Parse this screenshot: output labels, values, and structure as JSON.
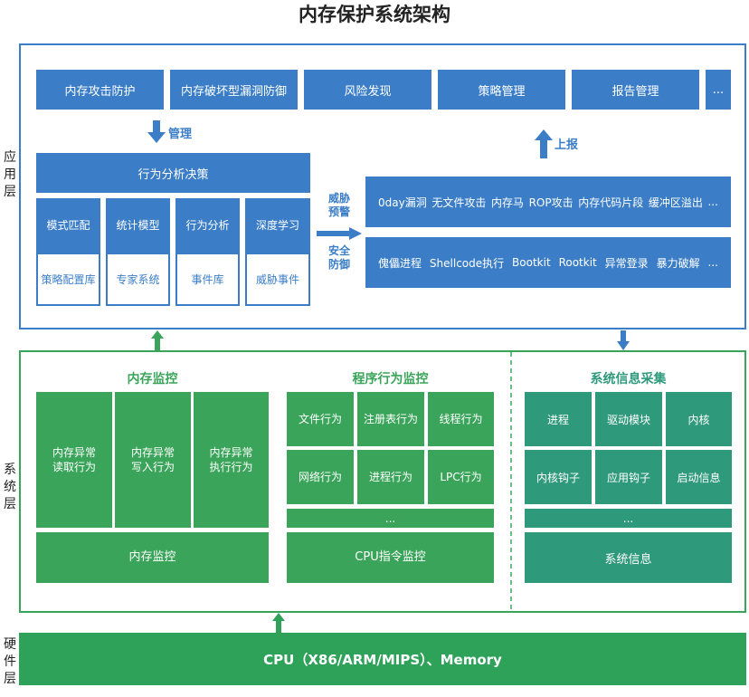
{
  "title": "内存保护系统架构",
  "layers": {
    "app": "应用层",
    "system": "系统层",
    "hardware": "硬件层"
  },
  "app": {
    "top_items": [
      "内存攻击防护",
      "内存破坏型漏洞防御",
      "风险发现",
      "策略管理",
      "报告管理",
      "..."
    ],
    "manage_label": "管理",
    "report_label": "上报",
    "decision_title": "行为分析决策",
    "columns": [
      {
        "head": "模式匹配",
        "cell": "策略配置库"
      },
      {
        "head": "统计模型",
        "cell": "专家系统"
      },
      {
        "head": "行为分析",
        "cell": "事件库"
      },
      {
        "head": "深度学习",
        "cell": "威胁事件"
      }
    ],
    "threat_warning": "威胁\n预警",
    "safety_defense": "安全\n防御",
    "threat_row": [
      "0day漏洞",
      "无文件攻击",
      "内存马",
      "ROP攻击",
      "内存代码片段",
      "缓冲区溢出",
      "..."
    ],
    "defense_row": [
      "傀儡进程",
      "Shellcode执行",
      "Bootkit",
      "Rootkit",
      "异常登录",
      "暴力破解",
      "..."
    ]
  },
  "system": {
    "memory_monitor": {
      "title": "内存监控",
      "items": [
        "内存异常\n读取行为",
        "内存异常\n写入行为",
        "内存异常\n执行行为"
      ],
      "footer": "内存监控"
    },
    "program_monitor": {
      "title": "程序行为监控",
      "items": [
        "文件行为",
        "注册表行为",
        "线程行为",
        "网络行为",
        "进程行为",
        "LPC行为"
      ],
      "ellipsis": "...",
      "footer": "CPU指令监控"
    },
    "sysinfo": {
      "title": "系统信息采集",
      "items": [
        "进程",
        "驱动模块",
        "内核",
        "内核钩子",
        "应用钩子",
        "启动信息"
      ],
      "ellipsis": "...",
      "footer": "系统信息"
    }
  },
  "hardware": {
    "label": "CPU（X86/ARM/MIPS）、Memory"
  },
  "colors": {
    "blue": "#3b7ec7",
    "green": "#3aa55a",
    "teal": "#2f9a7b"
  }
}
